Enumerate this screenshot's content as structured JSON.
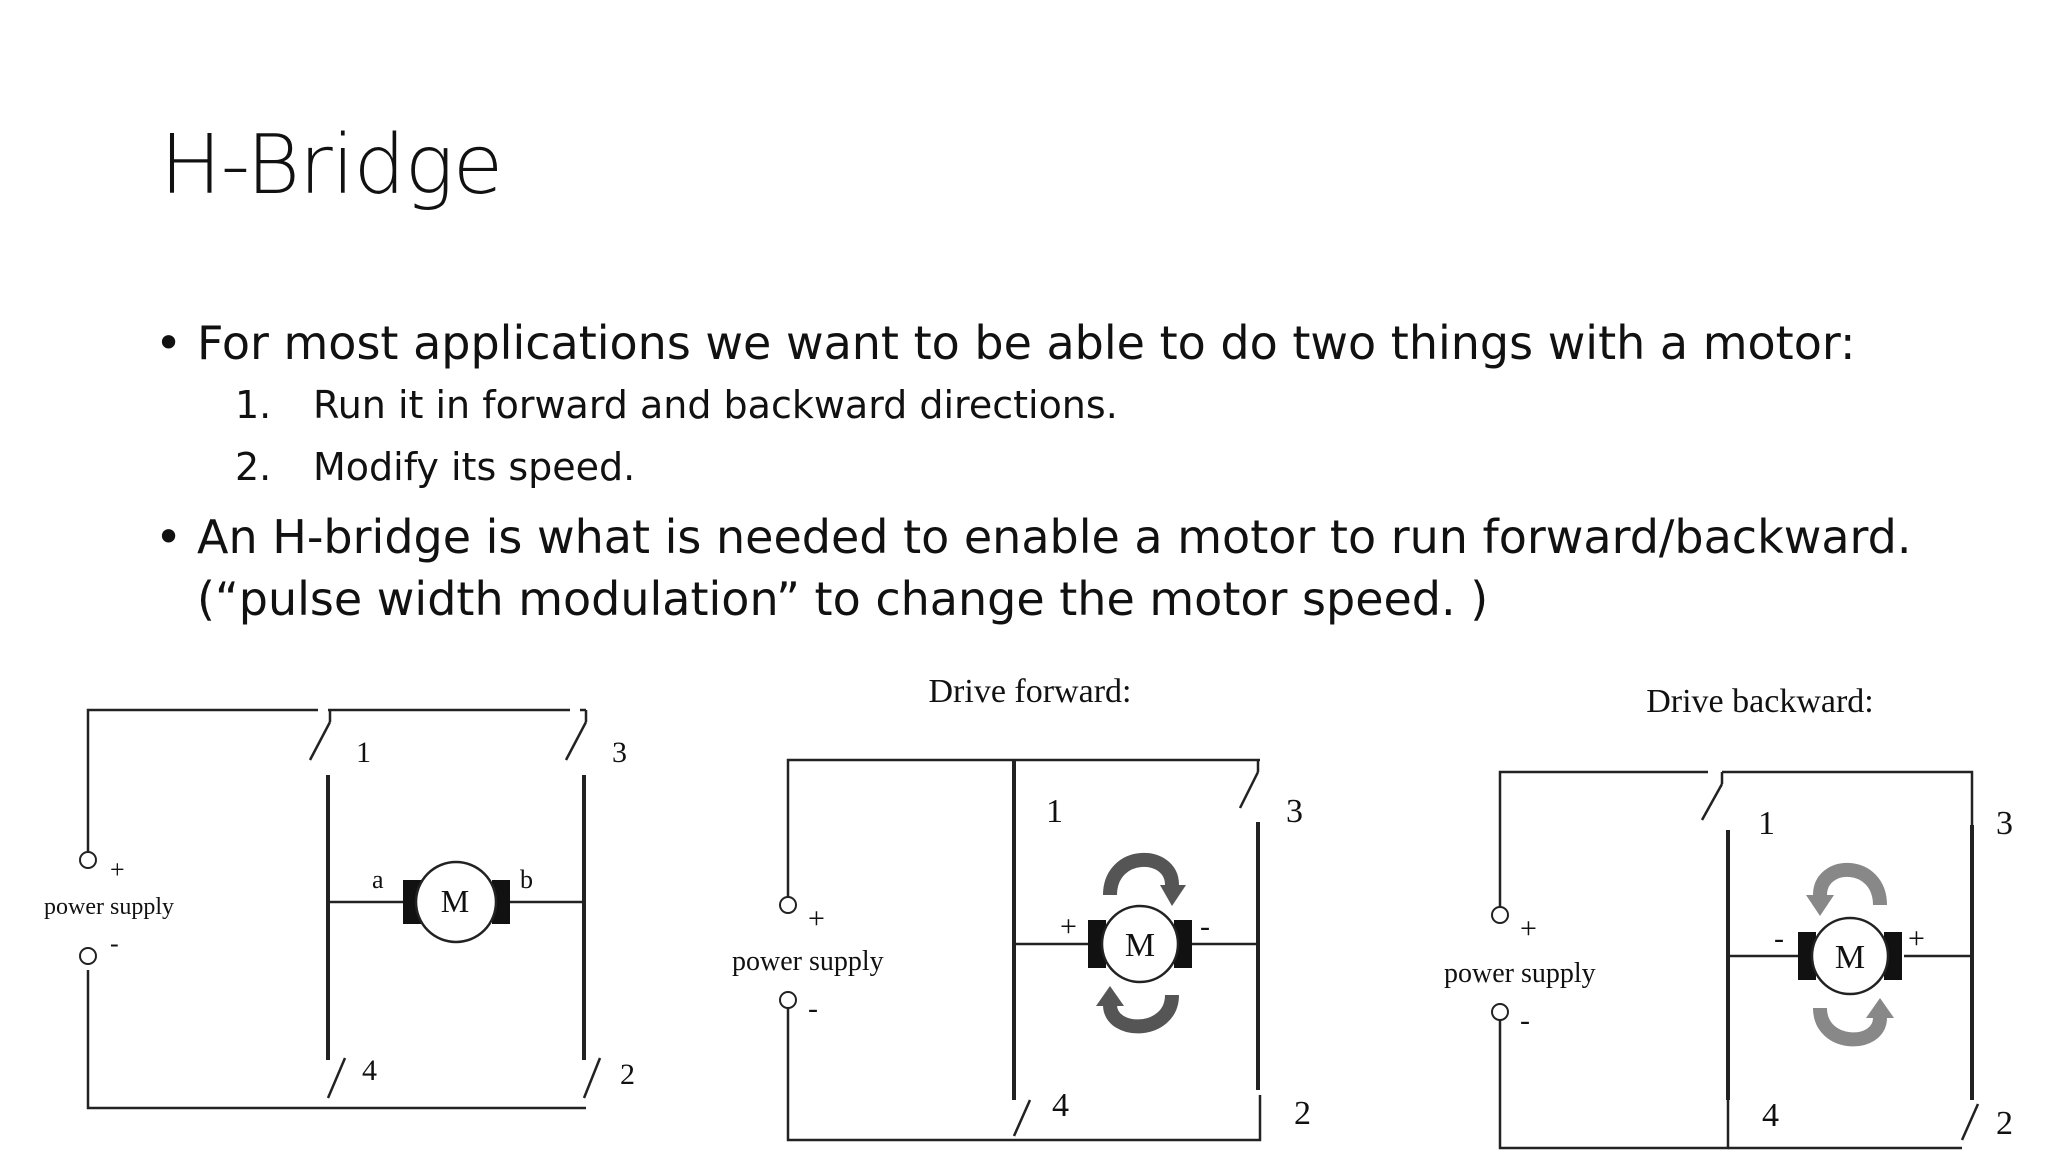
{
  "slide": {
    "title": "H-Bridge",
    "bullets": [
      {
        "text": "For most applications we want to be able to do two things with a motor:",
        "items": [
          {
            "num": "1.",
            "text": "Run it in forward and backward directions."
          },
          {
            "num": "2.",
            "text": "Modify its speed."
          }
        ]
      },
      {
        "text": "An H-bridge is what is needed to enable a motor to run forward/backward. (“pulse width modulation” to change the motor speed. )"
      }
    ],
    "bullet_char": "•"
  },
  "diagrams": {
    "left": {
      "power_label": "power supply",
      "plus": "+",
      "minus": "-",
      "motor": "M",
      "terminal_a": "a",
      "terminal_b": "b",
      "switch_1": "1",
      "switch_2": "2",
      "switch_3": "3",
      "switch_4": "4"
    },
    "forward": {
      "caption": "Drive forward:",
      "power_label": "power supply",
      "plus": "+",
      "minus": "-",
      "motor": "M",
      "motor_plus": "+",
      "motor_minus": "-",
      "switch_1": "1",
      "switch_2": "2",
      "switch_3": "3",
      "switch_4": "4"
    },
    "backward": {
      "caption": "Drive backward:",
      "power_label": "power supply",
      "plus": "+",
      "minus": "-",
      "motor": "M",
      "motor_plus": "+",
      "motor_minus": "-",
      "switch_1": "1",
      "switch_2": "2",
      "switch_3": "3",
      "switch_4": "4"
    }
  },
  "colors": {
    "line": "#222222",
    "arrow_dark": "#555555",
    "arrow_light": "#888888"
  }
}
